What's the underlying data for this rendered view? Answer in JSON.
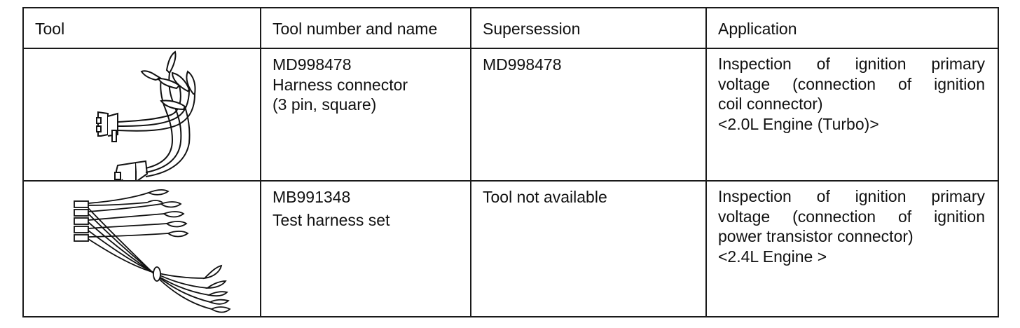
{
  "table": {
    "headers": {
      "tool": "Tool",
      "tool_number_and_name": "Tool number and name",
      "supersession": "Supersession",
      "application": "Application"
    },
    "rows": [
      {
        "tool_image": "harness-connector-3-pin-square-drawing",
        "tool_number": "MD998478",
        "tool_name_lines": [
          "Harness connector",
          "(3 pin, square)"
        ],
        "supersession": "MD998478",
        "application_lines": [
          "Inspection of ignition primary",
          "voltage (connection of ignition",
          "coil connector)",
          "<2.0L Engine (Turbo)>"
        ]
      },
      {
        "tool_image": "test-harness-set-drawing",
        "tool_number": "MB991348",
        "tool_name_lines": [
          "Test harness set"
        ],
        "supersession": "Tool not available",
        "application_lines": [
          "Inspection of ignition primary",
          "voltage (connection of ignition",
          "power transistor connector)",
          "<2.4L Engine >"
        ]
      }
    ]
  }
}
